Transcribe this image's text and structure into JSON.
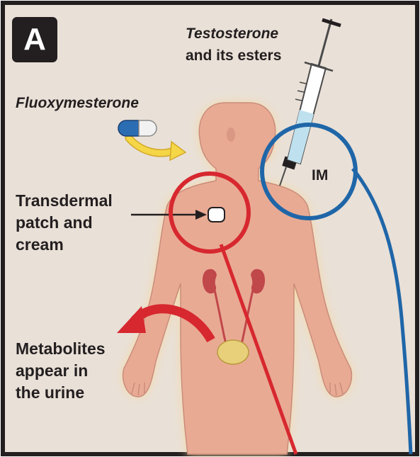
{
  "panel_letter": "A",
  "labels": {
    "testosterone_line1": "Testosterone",
    "testosterone_line2": "and its esters",
    "fluoxymesterone": "Fluoxymesterone",
    "im": "IM",
    "transdermal_line1": "Transdermal",
    "transdermal_line2": "patch and",
    "transdermal_line3": "cream",
    "metabolites_line1": "Metabolites",
    "metabolites_line2": "appear in",
    "metabolites_line3": "the urine"
  },
  "colors": {
    "background": "#e9e0d7",
    "border": "#231f20",
    "skin": "#e9aa94",
    "glow": "#f6d9a4",
    "red_circle": "#d7282f",
    "blue_circle": "#1f66a8",
    "arrow_yellow": "#f4d646",
    "kidney": "#c0474a"
  },
  "icons": {
    "pill": "capsule-icon",
    "syringe": "syringe-icon",
    "patch": "patch-icon"
  }
}
